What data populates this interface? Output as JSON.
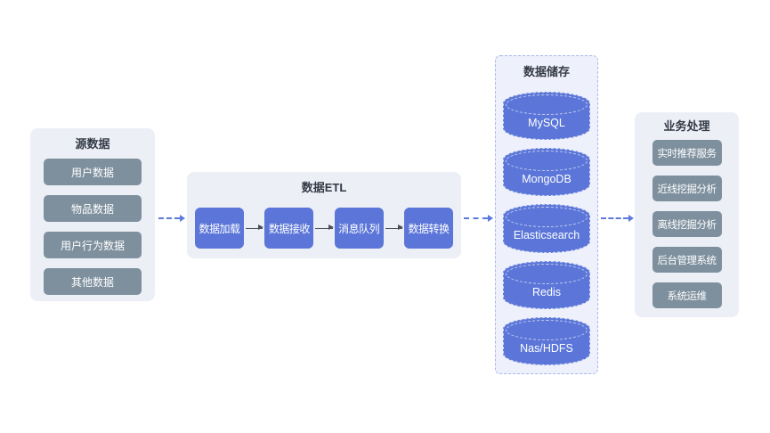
{
  "colors": {
    "node_blue": "#5b76d8",
    "node_slate": "#7e909e",
    "panel_bg": "#edeff7",
    "storage_panel_bg": "#eef1fb",
    "storage_panel_border": "#a9b8ec",
    "dashed_arrow_blue": "#5c7ade",
    "solid_arrow_dark": "#4b4e57",
    "title_text": "#333a45",
    "node_text": "#ffffff"
  },
  "panels": {
    "source": {
      "title": "源数据",
      "items": [
        "用户数据",
        "物品数据",
        "用户行为数据",
        "其他数据"
      ]
    },
    "etl": {
      "title": "数据ETL",
      "items": [
        "数据加载",
        "数据接收",
        "消息队列",
        "数据转换"
      ]
    },
    "storage": {
      "title": "数据储存",
      "items": [
        "MySQL",
        "MongoDB",
        "Elasticsearch",
        "Redis",
        "Nas/HDFS"
      ]
    },
    "business": {
      "title": "业务处理",
      "items": [
        "实时推荐服务",
        "近线挖掘分析",
        "离线挖掘分析",
        "后台管理系统",
        "系统运维"
      ]
    }
  }
}
